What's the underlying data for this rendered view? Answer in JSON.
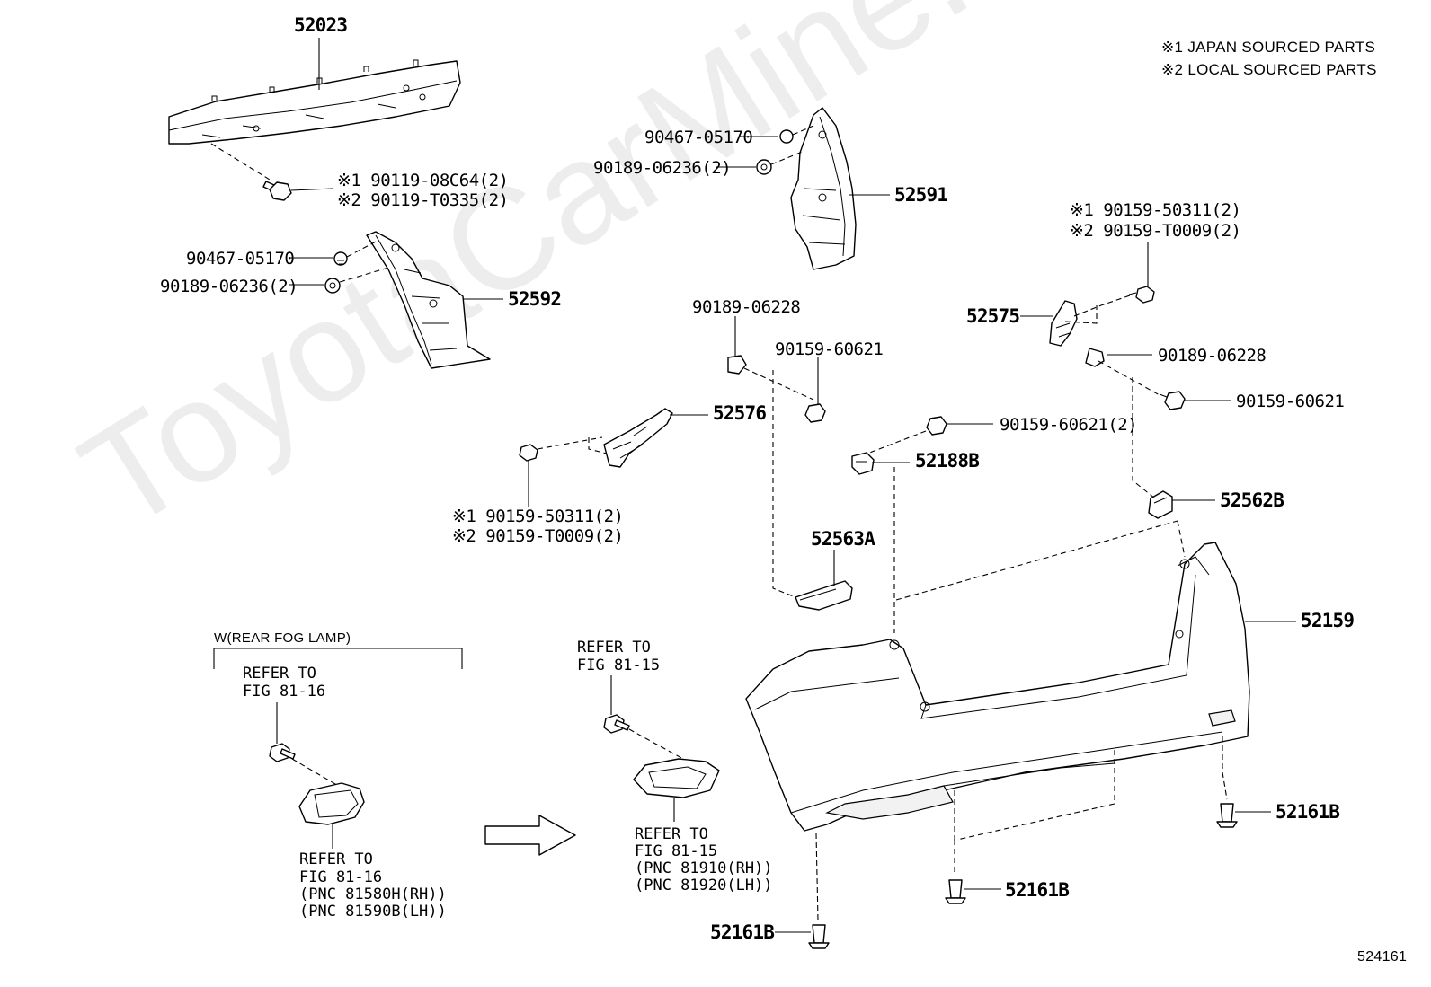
{
  "legend": {
    "line1": "※1 JAPAN SOURCED PARTS",
    "line2": "※2 LOCAL SOURCED PARTS"
  },
  "watermark": "ToyotaCarMine.ru",
  "figure_id": "524161",
  "labels": {
    "p52023": "52023",
    "bolt_front_1": "※1 90119-08C64(2)",
    "bolt_front_2": "※2 90119-T0335(2)",
    "clip_l1": "90467-05170",
    "nut_l1": "90189-06236(2)",
    "p52592": "52592",
    "clip_r1": "90467-05170",
    "nut_r1": "90189-06236(2)",
    "p52591": "52591",
    "screw_r_1": "※1 90159-50311(2)",
    "screw_r_2": "※2 90159-T0009(2)",
    "p52575": "52575",
    "nut_r2": "90189-06228",
    "screw_r3": "90159-60621",
    "nut_c1": "90189-06228",
    "screw_c1": "90159-60621",
    "p52576": "52576",
    "screw_c2": "90159-60621(2)",
    "p52188b": "52188B",
    "screw_l_1": "※1 90159-50311(2)",
    "screw_l_2": "※2 90159-T0009(2)",
    "p52562b": "52562B",
    "p52563a": "52563A",
    "p52159": "52159",
    "fog_bracket": "W(REAR FOG LAMP)",
    "ref_a1": "REFER TO",
    "ref_a2": "FIG 81-16",
    "ref_b1": "REFER TO",
    "ref_b2": "FIG 81-16",
    "ref_b3": "(PNC 81580H(RH))",
    "ref_b4": "(PNC 81590B(LH))",
    "ref_c1": "REFER TO",
    "ref_c2": "FIG 81-15",
    "ref_d1": "REFER TO",
    "ref_d2": "FIG 81-15",
    "ref_d3": "(PNC 81910(RH))",
    "ref_d4": "(PNC 81920(LH))",
    "p52161b_a": "52161B",
    "p52161b_b": "52161B",
    "p52161b_c": "52161B"
  }
}
